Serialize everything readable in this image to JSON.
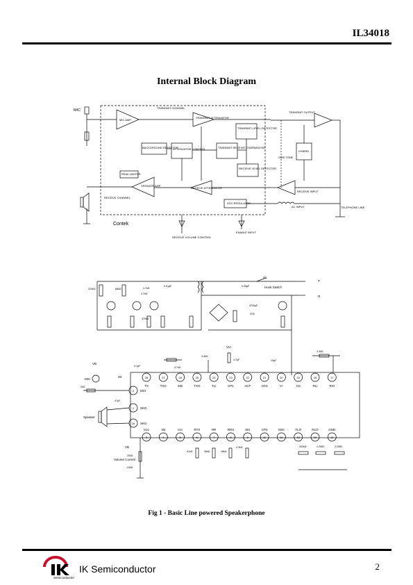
{
  "header": {
    "part_number": "IL34018"
  },
  "title": "Internal Block Diagram",
  "block_diagram": {
    "labels": {
      "mic": "MIC",
      "mic_amp": "MIC AMP",
      "transmit_channel": "TRANSMIT CHANNEL",
      "transmit_attenuator": "TRANSMIT ATTENUATOR",
      "transmit_output": "TRANSMIT OUTPUT",
      "background_detector": "BACKGROUND DETECTOR",
      "attenuator_control": "ATTENUATOR CONTROL",
      "transmit_level_detector": "TRANSMIT LEVEL DETECTOR",
      "transmit_receive_comparator": "TRANSMIT RECEIVE COMPARATOR",
      "receive_level_detector": "RECEIVE LEVEL DETECTOR",
      "side_tone": "SIDE TONE",
      "hybrid": "HYBRID",
      "peak_limiter": "PEAK LIMITER",
      "speaker_amp": "SPEAKER AMP",
      "receive_attenuator": "RECEIVE ATTENUATOR",
      "receive_channel": "RECEIVE CHANNEL",
      "receive_input": "RECEIVE INPUT",
      "vcc_regulator": "VCC REGULATOR",
      "ac_input": "AC INPUT",
      "telephone_line": "TELEPHONE LINE",
      "receive_volume_control": "RECEIVE VOLUME CONTROL",
      "enable_input": "ENABLE INPUT",
      "contek": "Contek"
    }
  },
  "schematic": {
    "pins_top": [
      "TX",
      "TXO",
      "XDI",
      "TXO",
      "TLI",
      "CP1",
      "ACF",
      "AGC",
      "V+",
      "CS",
      "RLI",
      "RXI"
    ],
    "pin_numbers_top": [
      "28",
      "27",
      "26",
      "25",
      "24",
      "23",
      "22",
      "21",
      "20",
      "19",
      "18",
      "17"
    ],
    "pins_bottom": [
      "VLC",
      "VB",
      "Vcc",
      "RTX",
      "RR",
      "RRX",
      "SKI",
      "CP2",
      "XDC",
      "TLO",
      "RLO",
      "GND"
    ],
    "pin_numbers_bottom": [
      "3",
      "4",
      "5",
      "6",
      "7",
      "8",
      "9",
      "10",
      "11",
      "12",
      "13",
      "14"
    ],
    "left_pins": [
      {
        "number": "2",
        "label": "MCI"
      },
      {
        "number": "1",
        "label": "SKO"
      },
      {
        "number": "16",
        "label": "SKG"
      }
    ],
    "labels": {
      "mic": "MIC",
      "vb": "VB",
      "vcc": "Vcc",
      "speaker": "Speaker",
      "volume_control": "Volume Control",
      "s1": "S1",
      "hook_switch": "Hook Switch",
      "t": "T",
      "r": "R",
      "s2": "S2"
    },
    "components": [
      "220kΩ",
      "68kΩ",
      "4.7kΩ",
      "2.7kΩ",
      "470kΩ",
      "0.01µF",
      "4.7kΩ",
      "3.3kΩ",
      "0.1µF",
      "4.7µF",
      "0.05µF",
      "4700pF",
      "3.3kΩ",
      "2kΩ",
      "47µF",
      "20kΩ",
      "24kΩ",
      "91kΩ",
      "36kΩ",
      "18kΩ",
      "4.3kΩ",
      "200kΩ",
      "2.2MΩ",
      "2.2MΩ",
      "47Ω",
      "10µF"
    ]
  },
  "caption": "Fig 1 -  Basic Line powered Speakerphone",
  "footer": {
    "company": "IK Semiconductor",
    "logo_subtext": "Semiconductor",
    "page_number": "2"
  }
}
